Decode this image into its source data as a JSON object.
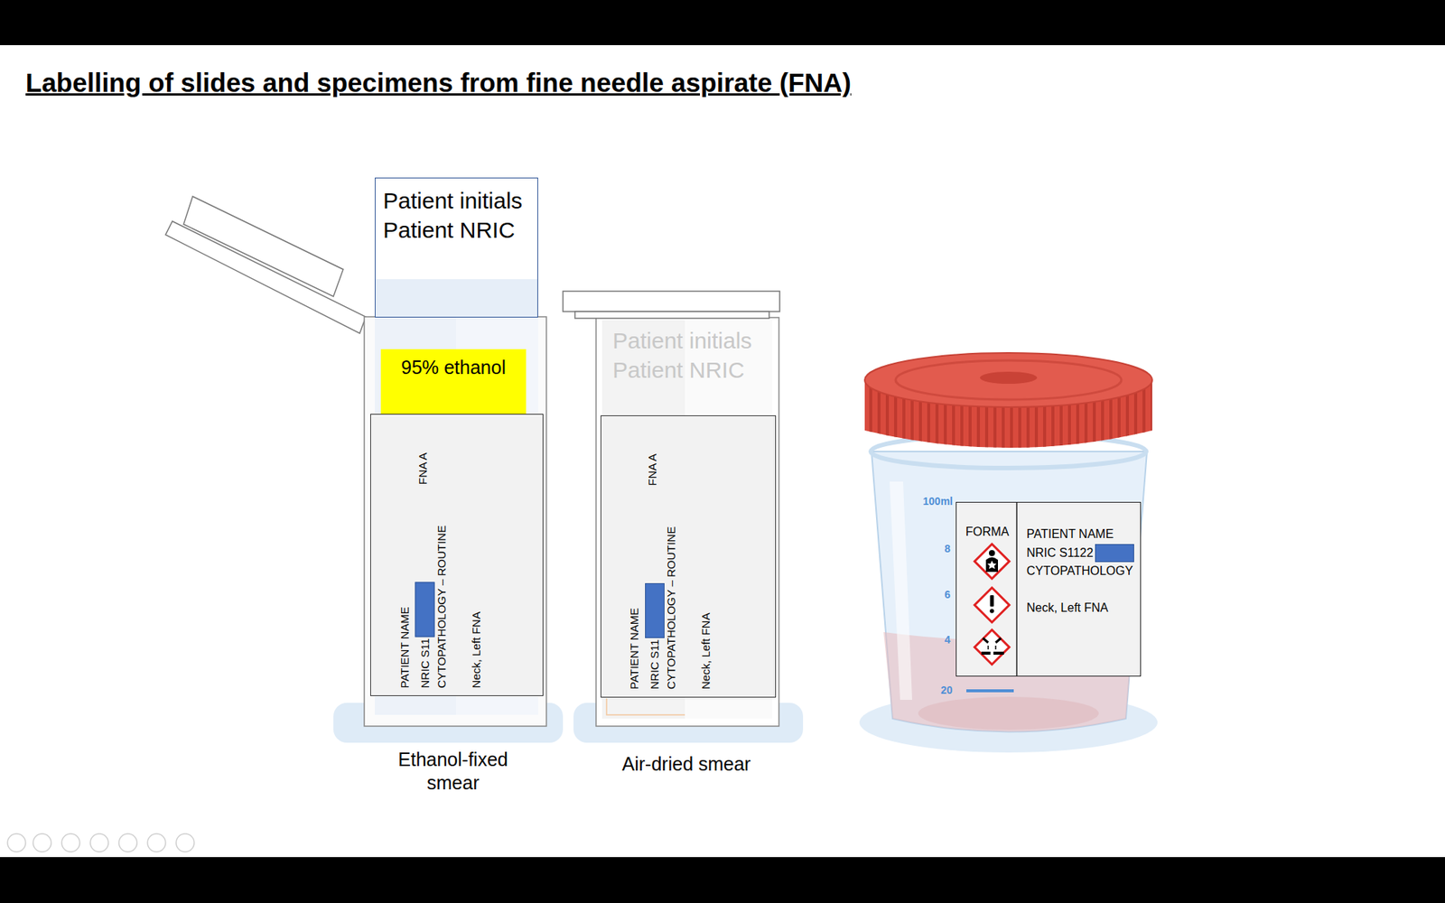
{
  "diagram": {
    "title": "Labelling of slides and specimens from fine needle aspirate (FNA)",
    "nodes": [
      {
        "text": [
          "Patient initials",
          "Patient NRIC"
        ]
      },
      {
        "text": [
          "95% ethanol"
        ]
      },
      {
        "text": [
          "FNA A",
          "PATIENT NAME",
          "NRIC S11",
          "CYTOPATHOLOGY – ROUTINE",
          "Neck, Left FNA"
        ]
      },
      {
        "text": [
          "Patient initials",
          "Patient NRIC"
        ]
      },
      {
        "text": [
          "FNA A",
          "PATIENT NAME",
          "NRIC S11",
          "CYTOPATHOLOGY – ROUTINE",
          "Neck, Left FNA"
        ]
      },
      {
        "text": [
          "FORMA",
          "PATIENT NAME",
          "NRIC S1122",
          "CYTOPATHOLOGY",
          "Neck, Left FNA"
        ]
      }
    ],
    "labels": [
      "Ethanol-fixed smear",
      "Air-dried smear",
      "100ml",
      "8",
      "6",
      "4",
      "20"
    ]
  }
}
